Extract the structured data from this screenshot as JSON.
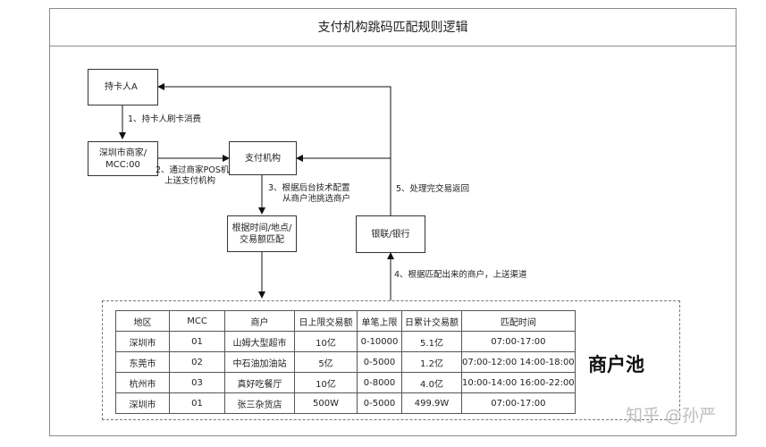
{
  "title": "支付机构跳码匹配规则逻辑",
  "nodes": {
    "cardholder": "持卡人A",
    "merchant": "深圳市商家/\nMCC:00",
    "payment": "支付机构",
    "match": "根据时间/地点/\n交易额匹配",
    "bank": "银联/银行"
  },
  "steps": {
    "s1": "1、持卡人刷卡消费",
    "s2_line1": "2、通过商家POS机",
    "s2_line2": "上送支付机构",
    "s3_line1": "3、根据后台技术配置",
    "s3_line2": "从商户池挑选商户",
    "s4": "4、根据匹配出来的商户，上送渠道",
    "s5": "5、处理完交易返回"
  },
  "pool": {
    "title": "商户池",
    "columns": [
      "地区",
      "MCC",
      "商户",
      "日上限交易额",
      "单笔上限",
      "日累计交易额",
      "匹配时间"
    ],
    "rows": [
      [
        "深圳市",
        "01",
        "山姆大型超市",
        "10亿",
        "0-10000",
        "5.1亿",
        "07:00-17:00"
      ],
      [
        "东莞市",
        "02",
        "中石油加油站",
        "5亿",
        "0-5000",
        "1.2亿",
        "07:00-12:00  14:00-18:00"
      ],
      [
        "杭州市",
        "03",
        "真好吃餐厅",
        "10亿",
        "0-8000",
        "4.0亿",
        "10:00-14:00 16:00-22:00"
      ],
      [
        "深圳市",
        "01",
        "张三杂货店",
        "500W",
        "0-5000",
        "499.9W",
        "07:00-17:00"
      ]
    ]
  },
  "watermark": "知乎 @孙严"
}
